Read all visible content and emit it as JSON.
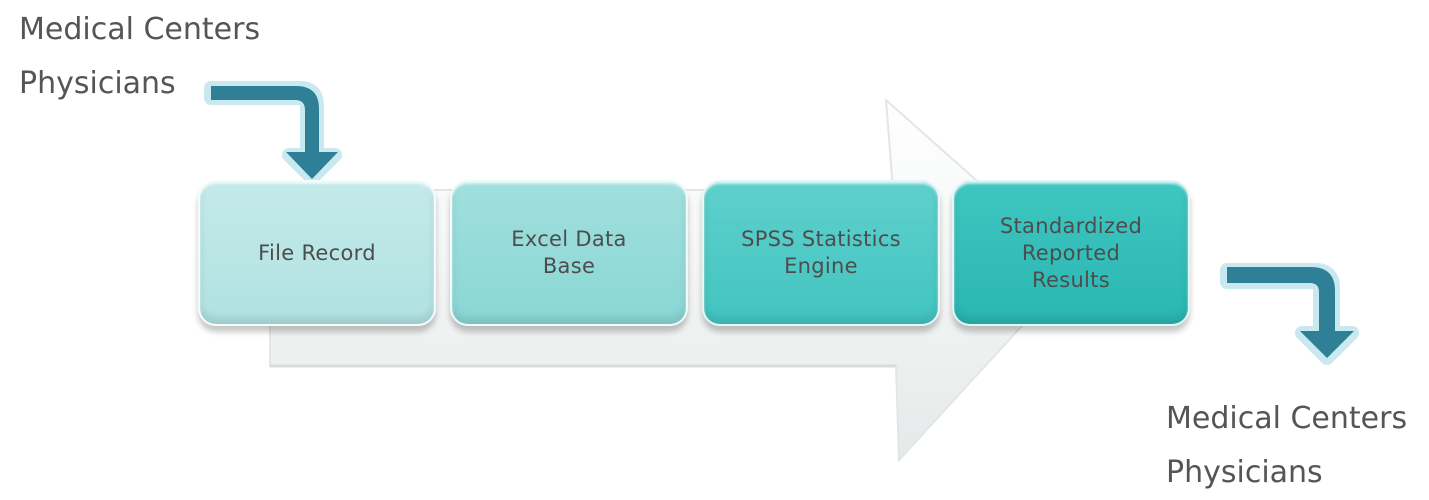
{
  "source": {
    "line1": "Medical Centers",
    "line2": "Physicians"
  },
  "steps": [
    {
      "label": "File Record"
    },
    {
      "label": "Excel Data Base"
    },
    {
      "label": "SPSS Statistics Engine"
    },
    {
      "label": "Standardized Reported Results"
    }
  ],
  "target": {
    "line1": "Medical Centers",
    "line2": "Physicians"
  },
  "colors": {
    "arrow_fill": "#2f7f96",
    "arrow_outline": "#bfe6ef",
    "big_arrow": "#f1f3f3",
    "text": "#555555"
  }
}
